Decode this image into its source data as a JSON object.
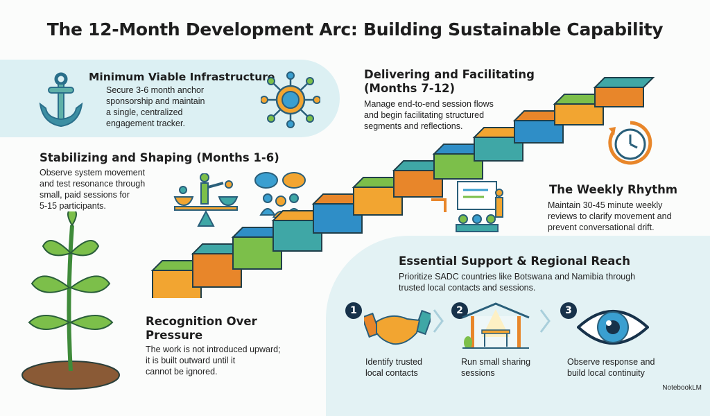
{
  "title": "The 12-Month Development Arc: Building Sustainable Capability",
  "infrastructure": {
    "heading": "Minimum Viable Infrastructure",
    "body": [
      "Secure 3-6 month anchor",
      "sponsorship and maintain",
      "a single, centralized",
      "engagement tracker."
    ],
    "icons": [
      "anchor-icon",
      "hub-network-icon"
    ]
  },
  "stabilizing": {
    "heading": "Stabilizing and Shaping (Months 1-6)",
    "body": [
      "Observe system movement",
      "and test resonance through",
      "small, paid sessions for",
      "5-15 participants."
    ],
    "icons": [
      "balance-scale-person-icon",
      "group-chat-icon"
    ]
  },
  "delivering": {
    "heading": [
      "Delivering and Facilitating",
      "(Months 7-12)"
    ],
    "body": [
      "Manage end-to-end session flows",
      "and begin facilitating structured",
      "segments and reflections."
    ],
    "icons": [
      "presenter-board-icon"
    ]
  },
  "weekly": {
    "heading": "The Weekly Rhythm",
    "body": [
      "Maintain 30-45 minute weekly",
      "reviews to clarify movement and",
      "prevent conversational drift."
    ],
    "icons": [
      "clock-cycle-icon"
    ]
  },
  "support": {
    "heading": "Essential Support & Regional Reach",
    "body": [
      "Prioritize SADC countries like Botswana and Namibia through",
      "trusted local contacts and sessions."
    ],
    "steps": [
      {
        "num": "1",
        "label": [
          "Identify trusted",
          "local contacts"
        ],
        "icon": "handshake-icon"
      },
      {
        "num": "2",
        "label": [
          "Run small sharing",
          "sessions"
        ],
        "icon": "pavilion-table-icon"
      },
      {
        "num": "3",
        "label": [
          "Observe response and",
          "build local continuity"
        ],
        "icon": "eye-icon"
      }
    ]
  },
  "recognition": {
    "heading": [
      "Recognition Over",
      "Pressure"
    ],
    "body": [
      "The work is not introduced upward;",
      "it is built outward until it",
      "cannot be ignored."
    ],
    "icons": [
      "sprouting-plant-icon"
    ]
  },
  "staircase": {
    "colors": [
      "#f2a531",
      "#e8862a",
      "#7cbf4a",
      "#3fa7a6",
      "#2f8ec7"
    ]
  },
  "watermark": "NotebookLM"
}
